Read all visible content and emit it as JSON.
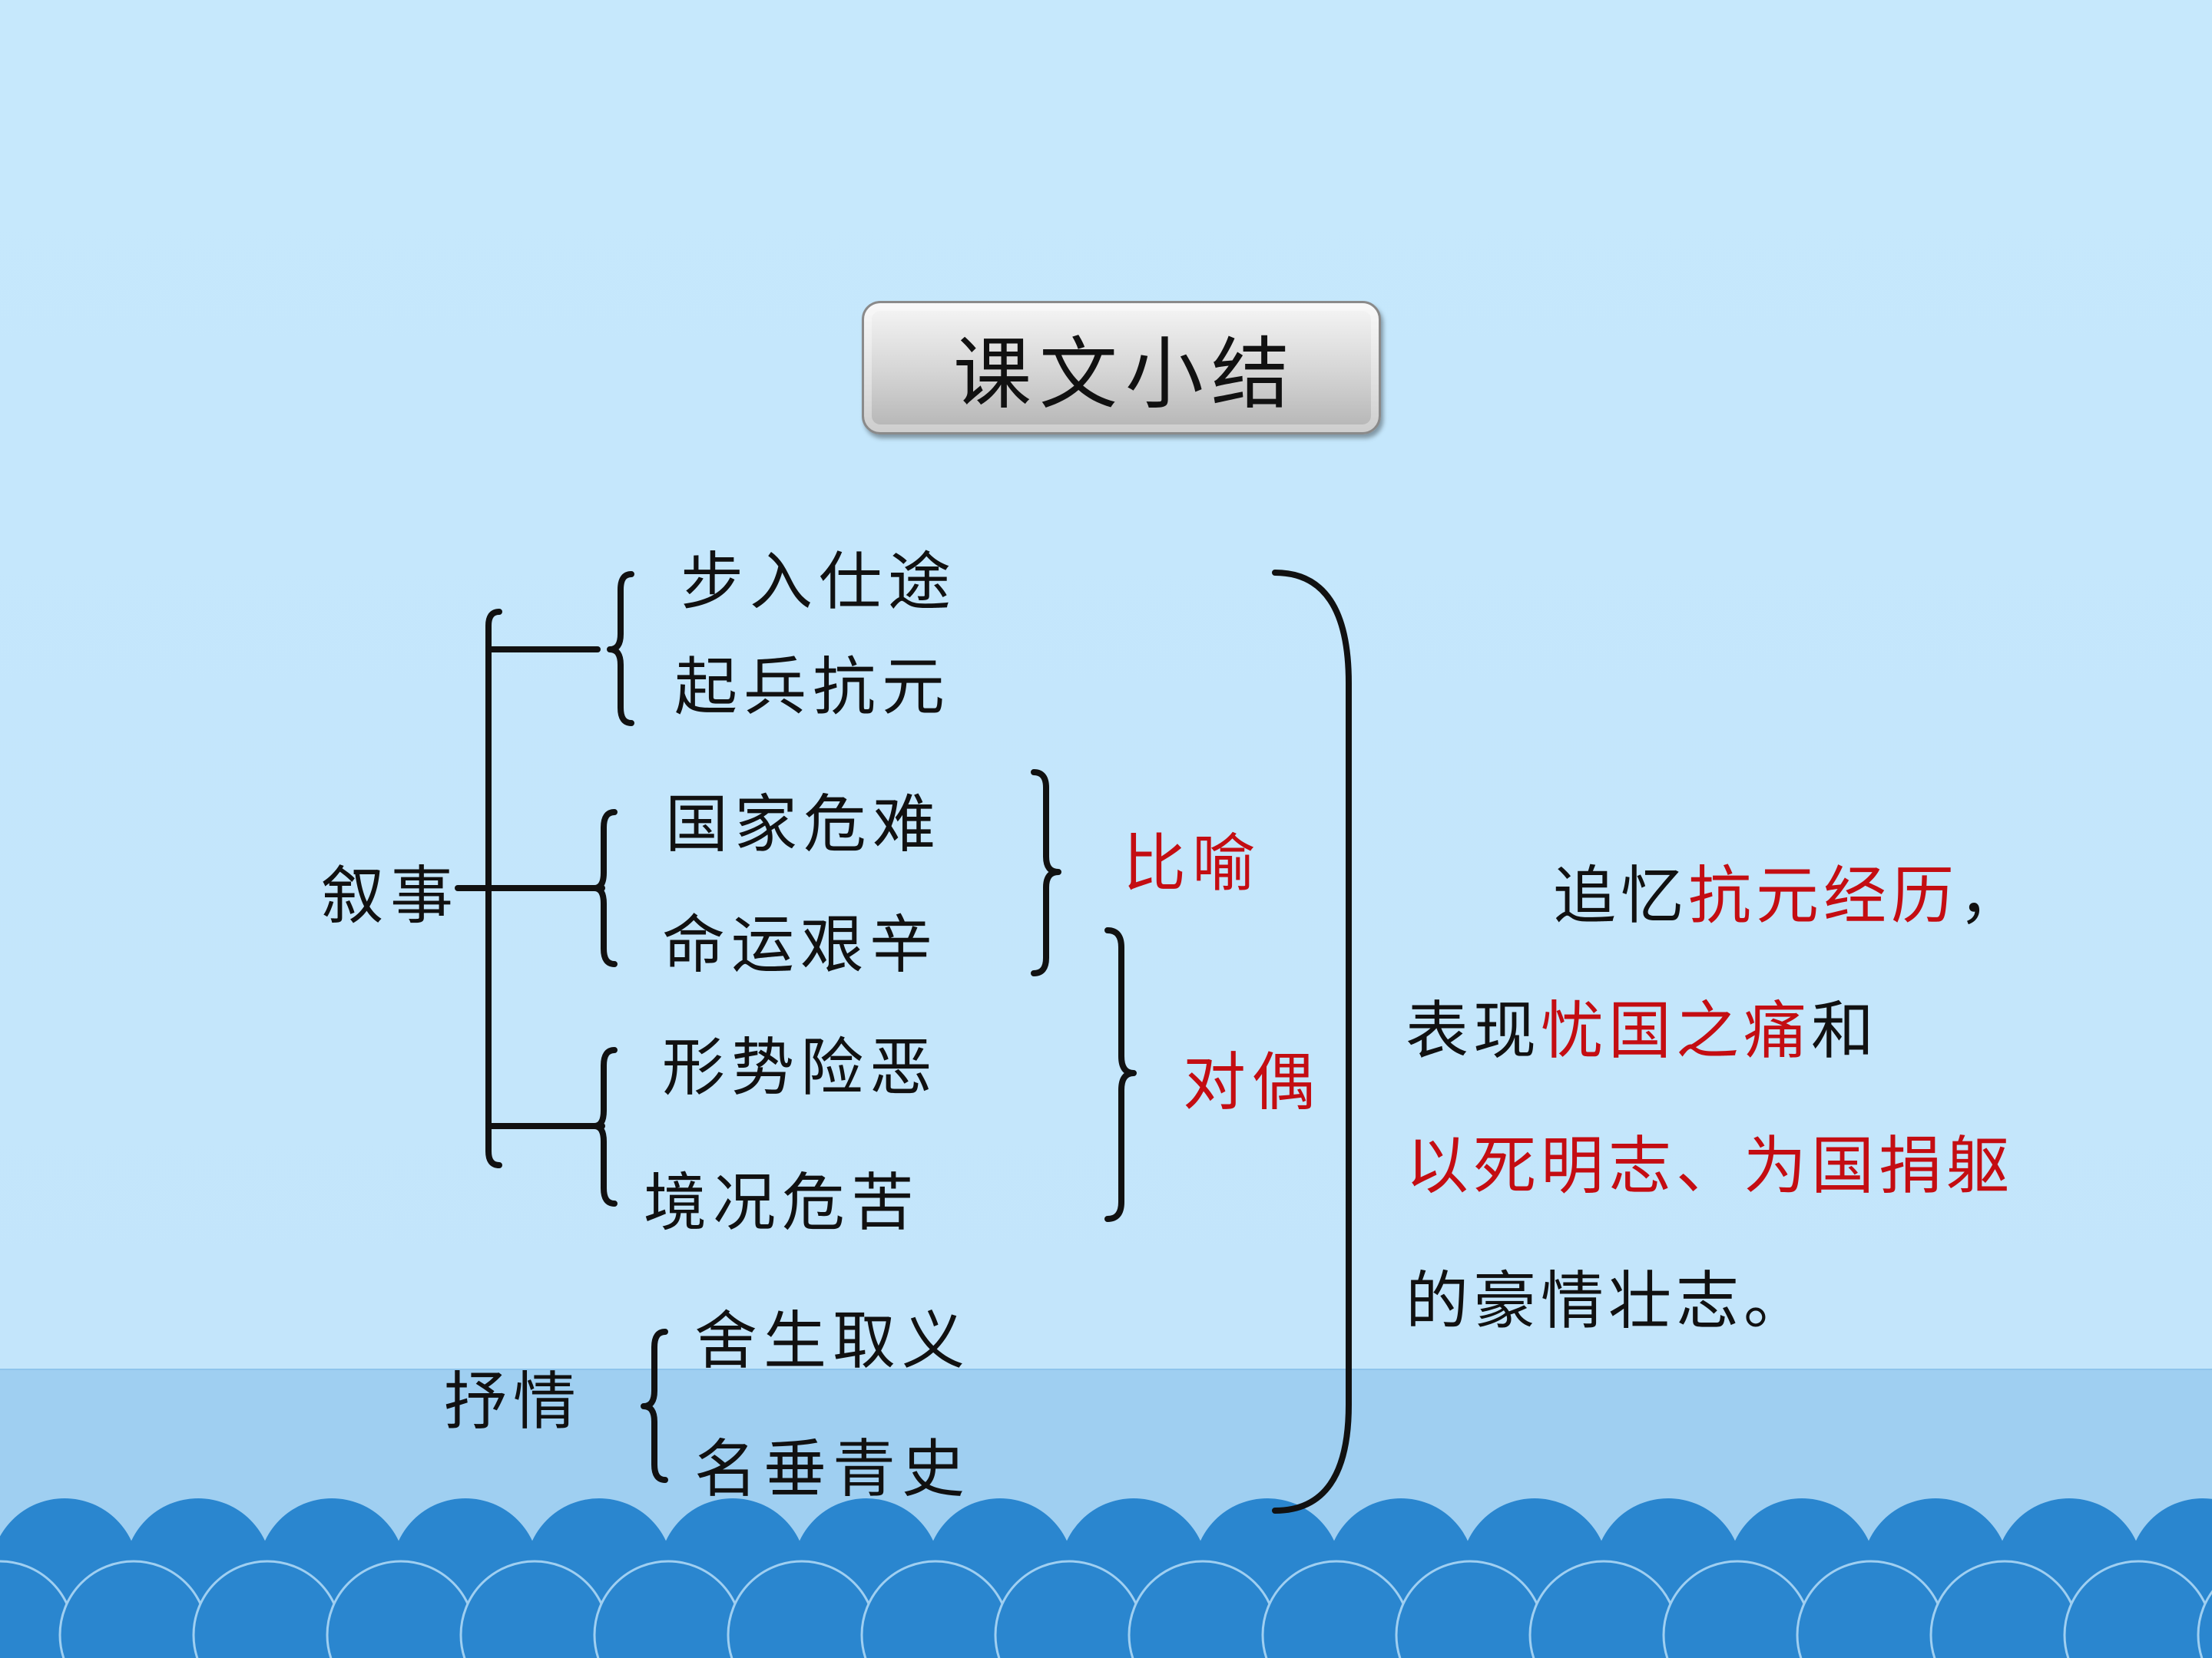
{
  "title": "课文小结",
  "left_labels": {
    "narrative": "叙事",
    "lyric": "抒情"
  },
  "items": {
    "a1": "步入仕途",
    "a2": "起兵抗元",
    "b1": "国家危难",
    "b2": "命运艰辛",
    "c1": "形势险恶",
    "c2": "境况危苦",
    "d1": "舍生取义",
    "d2": "名垂青史"
  },
  "devices": {
    "metaphor": "比喻",
    "antithesis": "对偶"
  },
  "summary": {
    "p1": "追忆",
    "p2": "抗元经历",
    "p3": "，",
    "p4": "表现",
    "p5": "忧国之痛",
    "p6": "和",
    "p7": "以死明志、为国捐躯",
    "p8": "的豪情壮志。"
  },
  "colors": {
    "sky": "#c5e7fb",
    "sea": "#9fcff1",
    "wave": "#2a86cf",
    "highlight": "#c40d12"
  }
}
